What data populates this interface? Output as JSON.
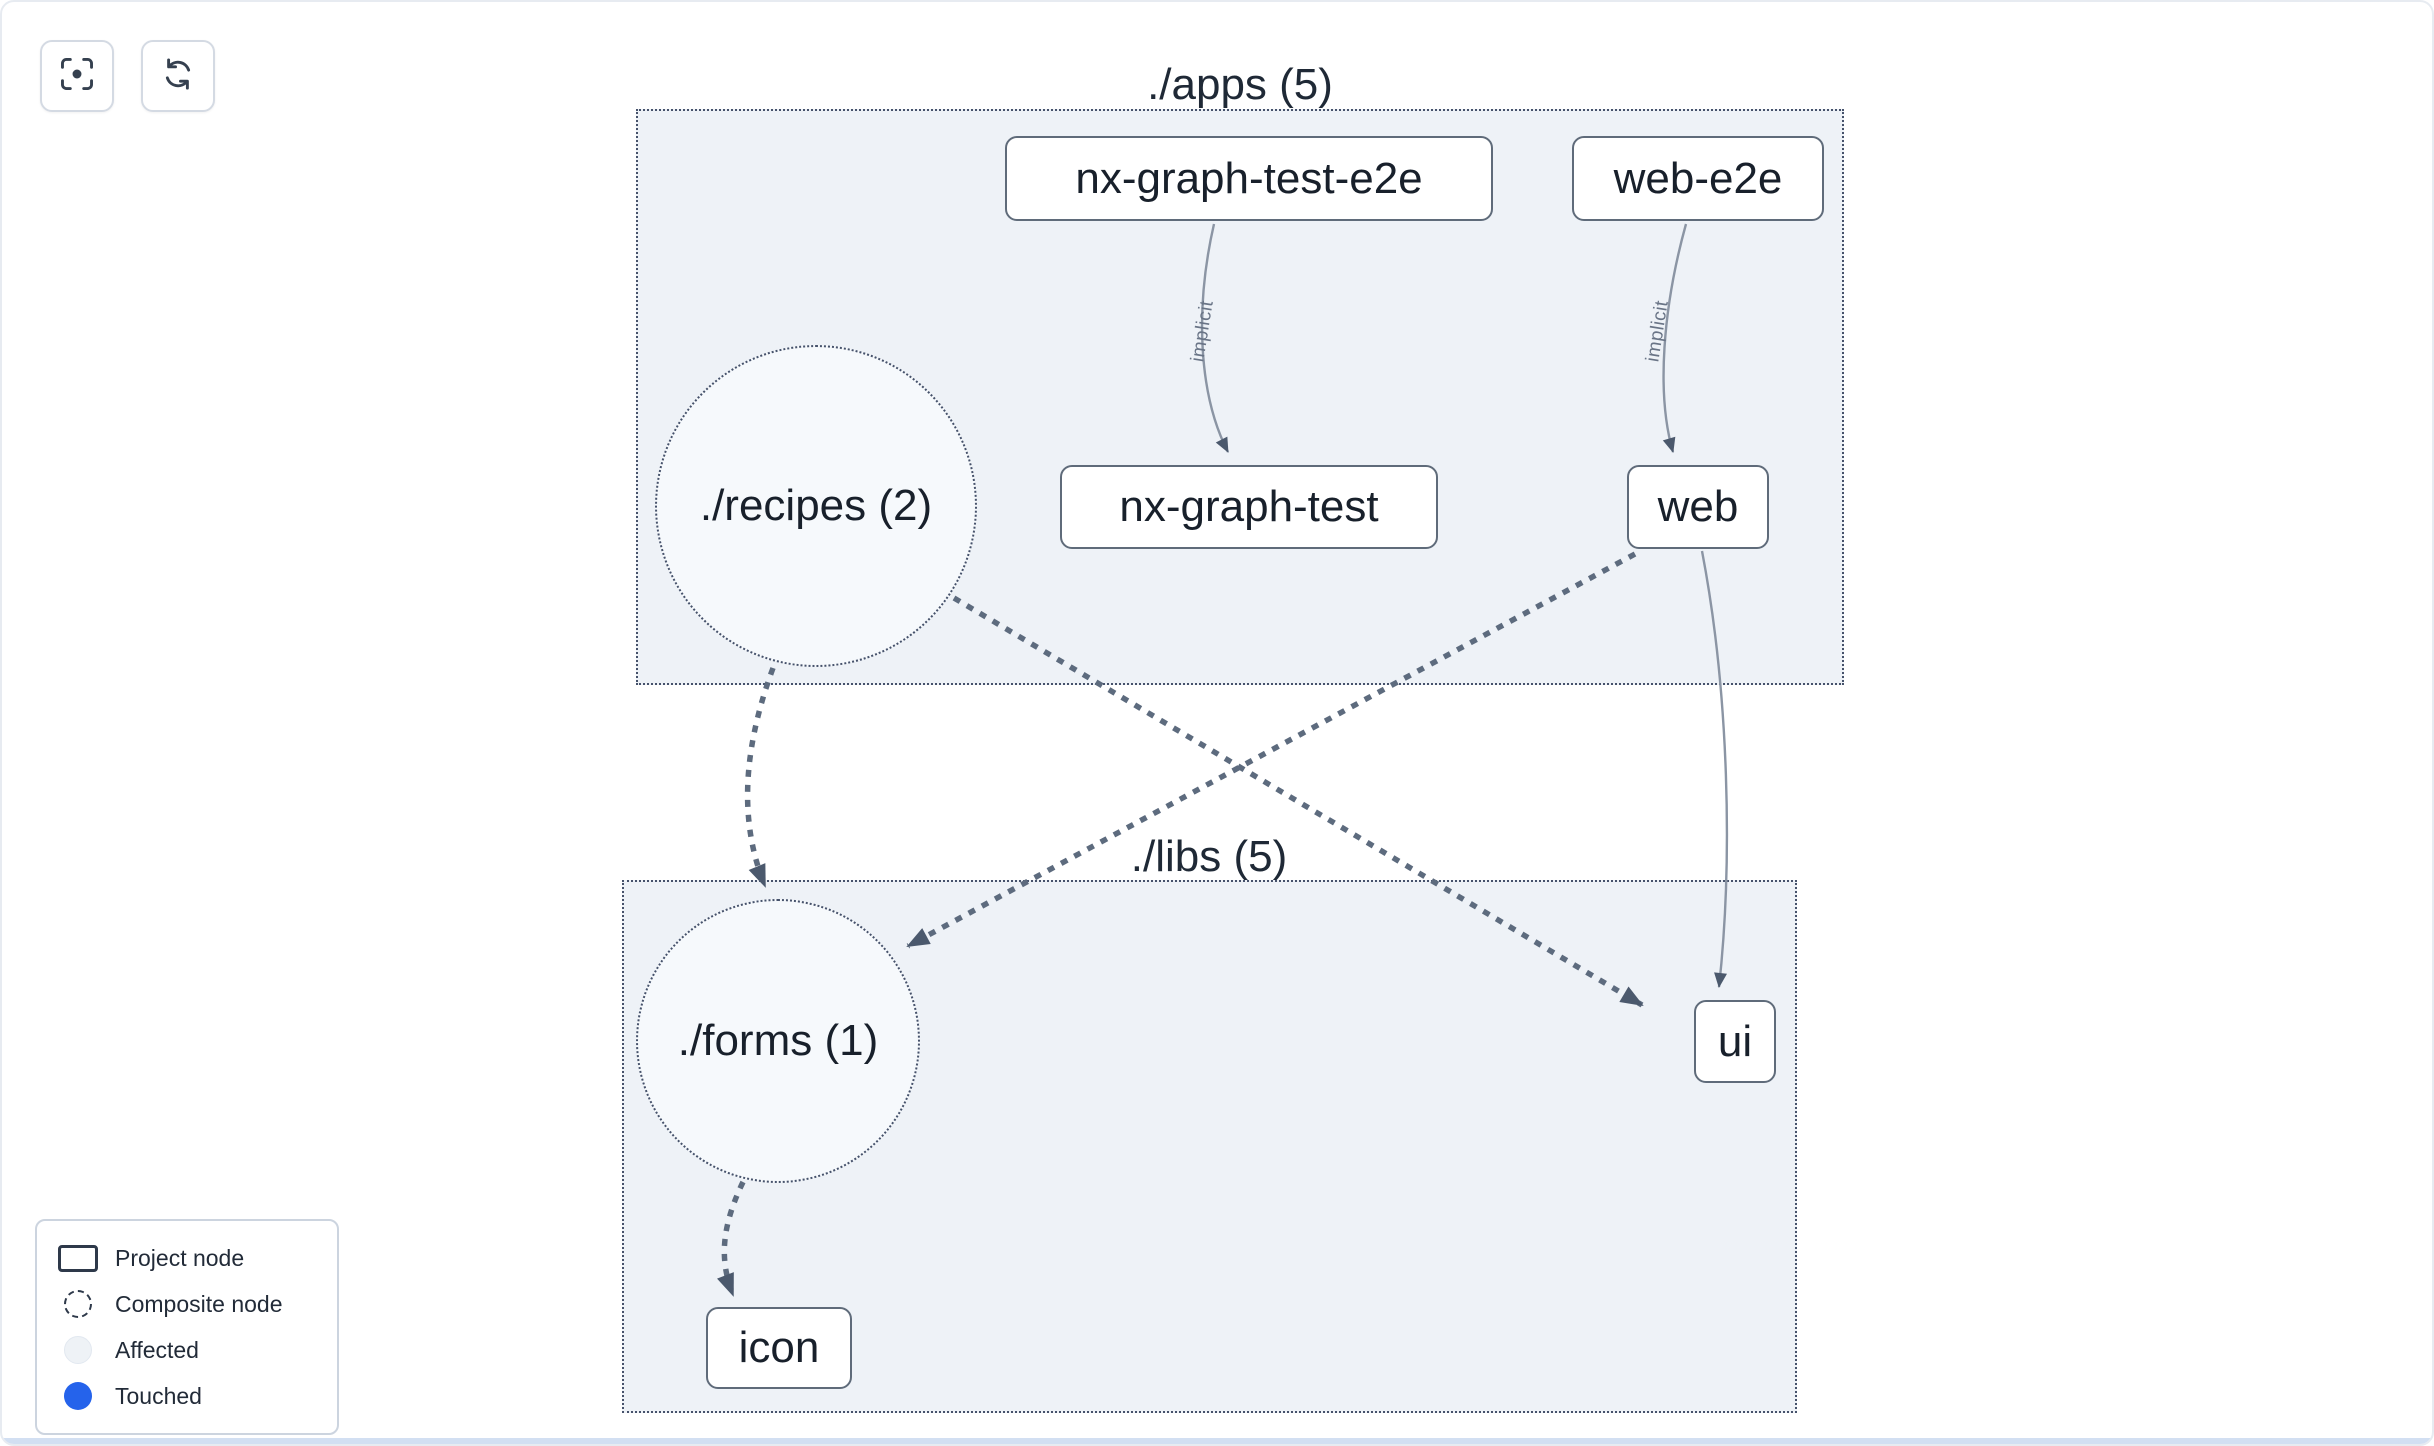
{
  "toolbar": {
    "buttons": [
      {
        "name": "focus",
        "icon": "focus-icon"
      },
      {
        "name": "refresh",
        "icon": "refresh-icon"
      }
    ]
  },
  "clusters": [
    {
      "id": "apps",
      "label": "./apps (5)"
    },
    {
      "id": "libs",
      "label": "./libs (5)"
    }
  ],
  "nodes": {
    "nx_graph_test_e2e": "nx-graph-test-e2e",
    "web_e2e": "web-e2e",
    "recipes": "./recipes (2)",
    "nx_graph_test": "nx-graph-test",
    "web": "web",
    "forms": "./forms (1)",
    "ui": "ui",
    "icon": "icon"
  },
  "edges": {
    "implicit_label": "implicit",
    "list": [
      {
        "from": "nx-graph-test-e2e",
        "to": "nx-graph-test",
        "style": "thin",
        "label": "implicit"
      },
      {
        "from": "web-e2e",
        "to": "web",
        "style": "thin",
        "label": "implicit"
      },
      {
        "from": "web",
        "to": "ui",
        "style": "thin",
        "label": ""
      },
      {
        "from": "./recipes (2)",
        "to": "./forms (1)",
        "style": "dashed",
        "label": ""
      },
      {
        "from": "./recipes (2)",
        "to": "ui",
        "style": "dashed",
        "label": ""
      },
      {
        "from": "web",
        "to": "./forms (1)",
        "style": "dashed",
        "label": ""
      },
      {
        "from": "./forms (1)",
        "to": "icon",
        "style": "dashed",
        "label": ""
      }
    ]
  },
  "legend": {
    "items": [
      {
        "label": "Project node"
      },
      {
        "label": "Composite node"
      },
      {
        "label": "Affected"
      },
      {
        "label": "Touched"
      }
    ]
  },
  "colors": {
    "edge": "#5d6b7e",
    "cluster_fill": "#eef2f7",
    "touched_blue": "#2563eb"
  }
}
